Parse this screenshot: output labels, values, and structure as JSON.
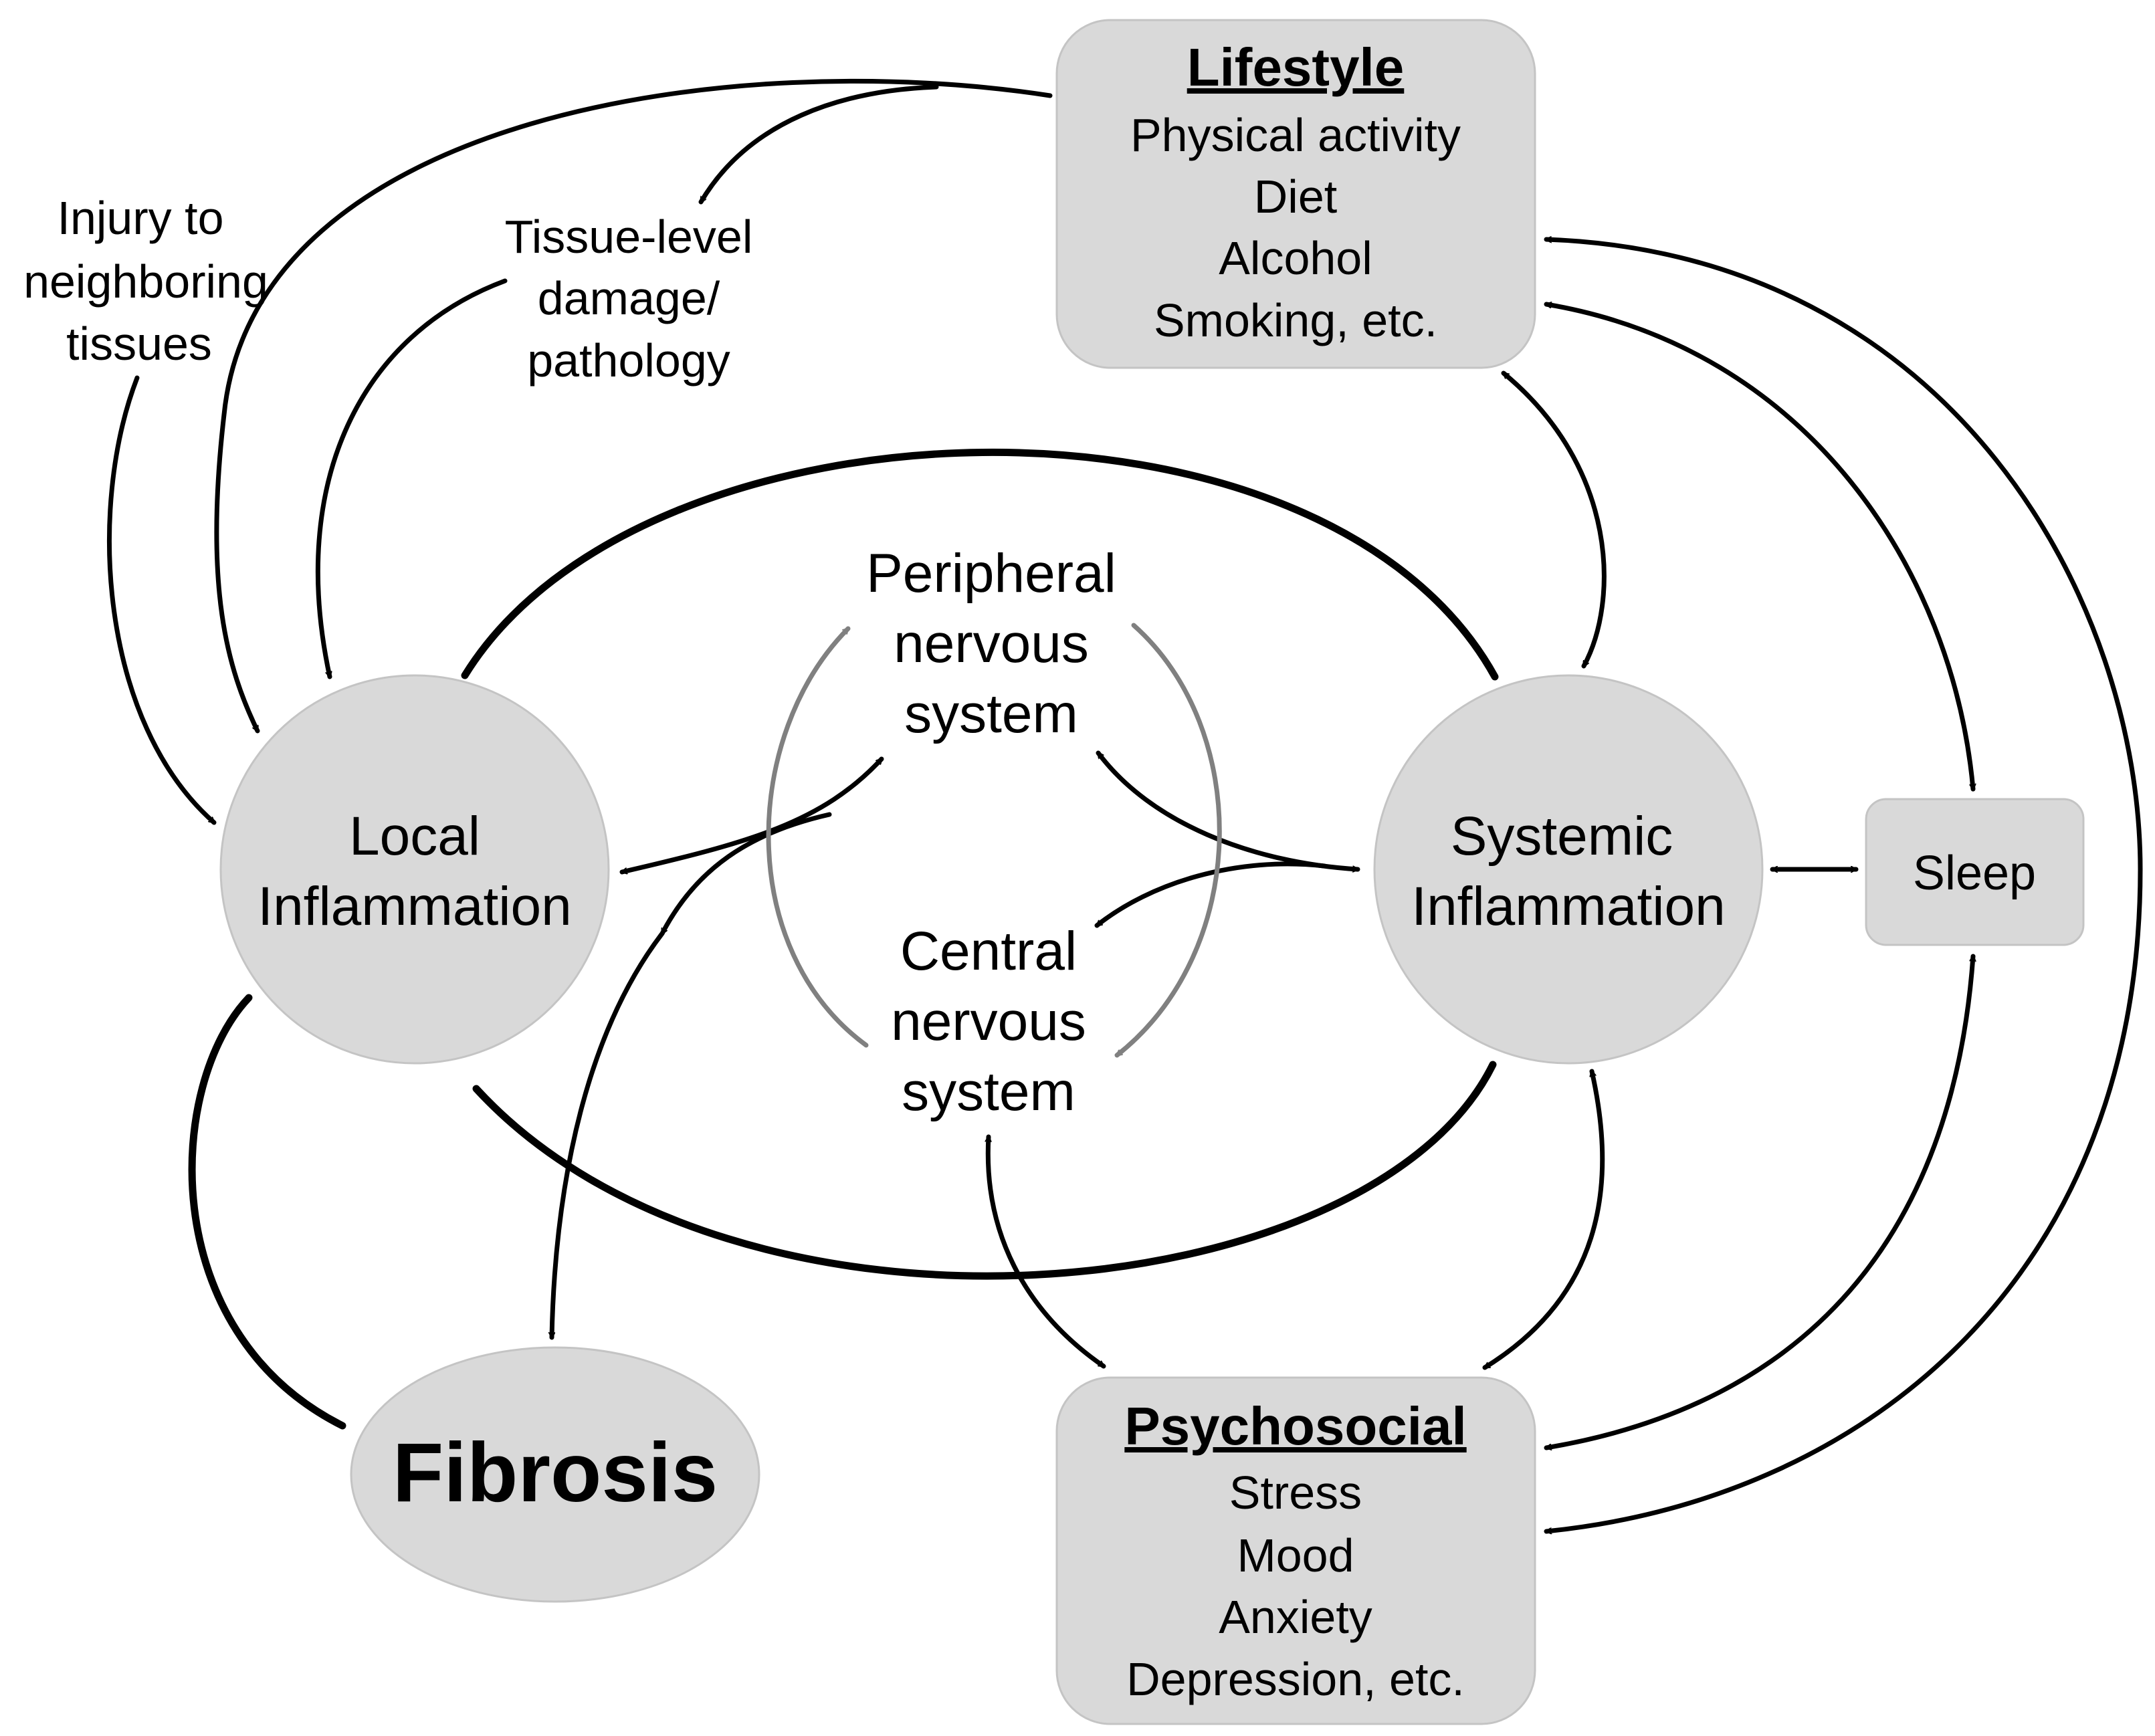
{
  "nodes": {
    "lifestyle": {
      "title": "Lifestyle",
      "items": [
        "Physical activity",
        "Diet",
        "Alcohol",
        "Smoking, etc."
      ]
    },
    "psychosocial": {
      "title": "Psychosocial",
      "items": [
        "Stress",
        "Mood",
        "Anxiety",
        "Depression, etc."
      ]
    },
    "local_inflammation": {
      "lines": [
        "Local",
        "Inflammation"
      ]
    },
    "systemic_inflammation": {
      "lines": [
        "Systemic",
        "Inflammation"
      ]
    },
    "fibrosis": {
      "label": "Fibrosis"
    },
    "sleep": {
      "label": "Sleep"
    },
    "peripheral_nervous_system": {
      "lines": [
        "Peripheral",
        "nervous",
        "system"
      ]
    },
    "central_nervous_system": {
      "lines": [
        "Central",
        "nervous",
        "system"
      ]
    },
    "injury": {
      "lines": [
        "Injury to",
        "neighboring",
        "tissues"
      ]
    },
    "tissue_damage": {
      "lines": [
        "Tissue-level",
        "damage/",
        "pathology"
      ]
    }
  },
  "colors": {
    "node_fill": "#d9d9d9",
    "arrow": "#000000",
    "nervous_arrow": "#808080"
  }
}
